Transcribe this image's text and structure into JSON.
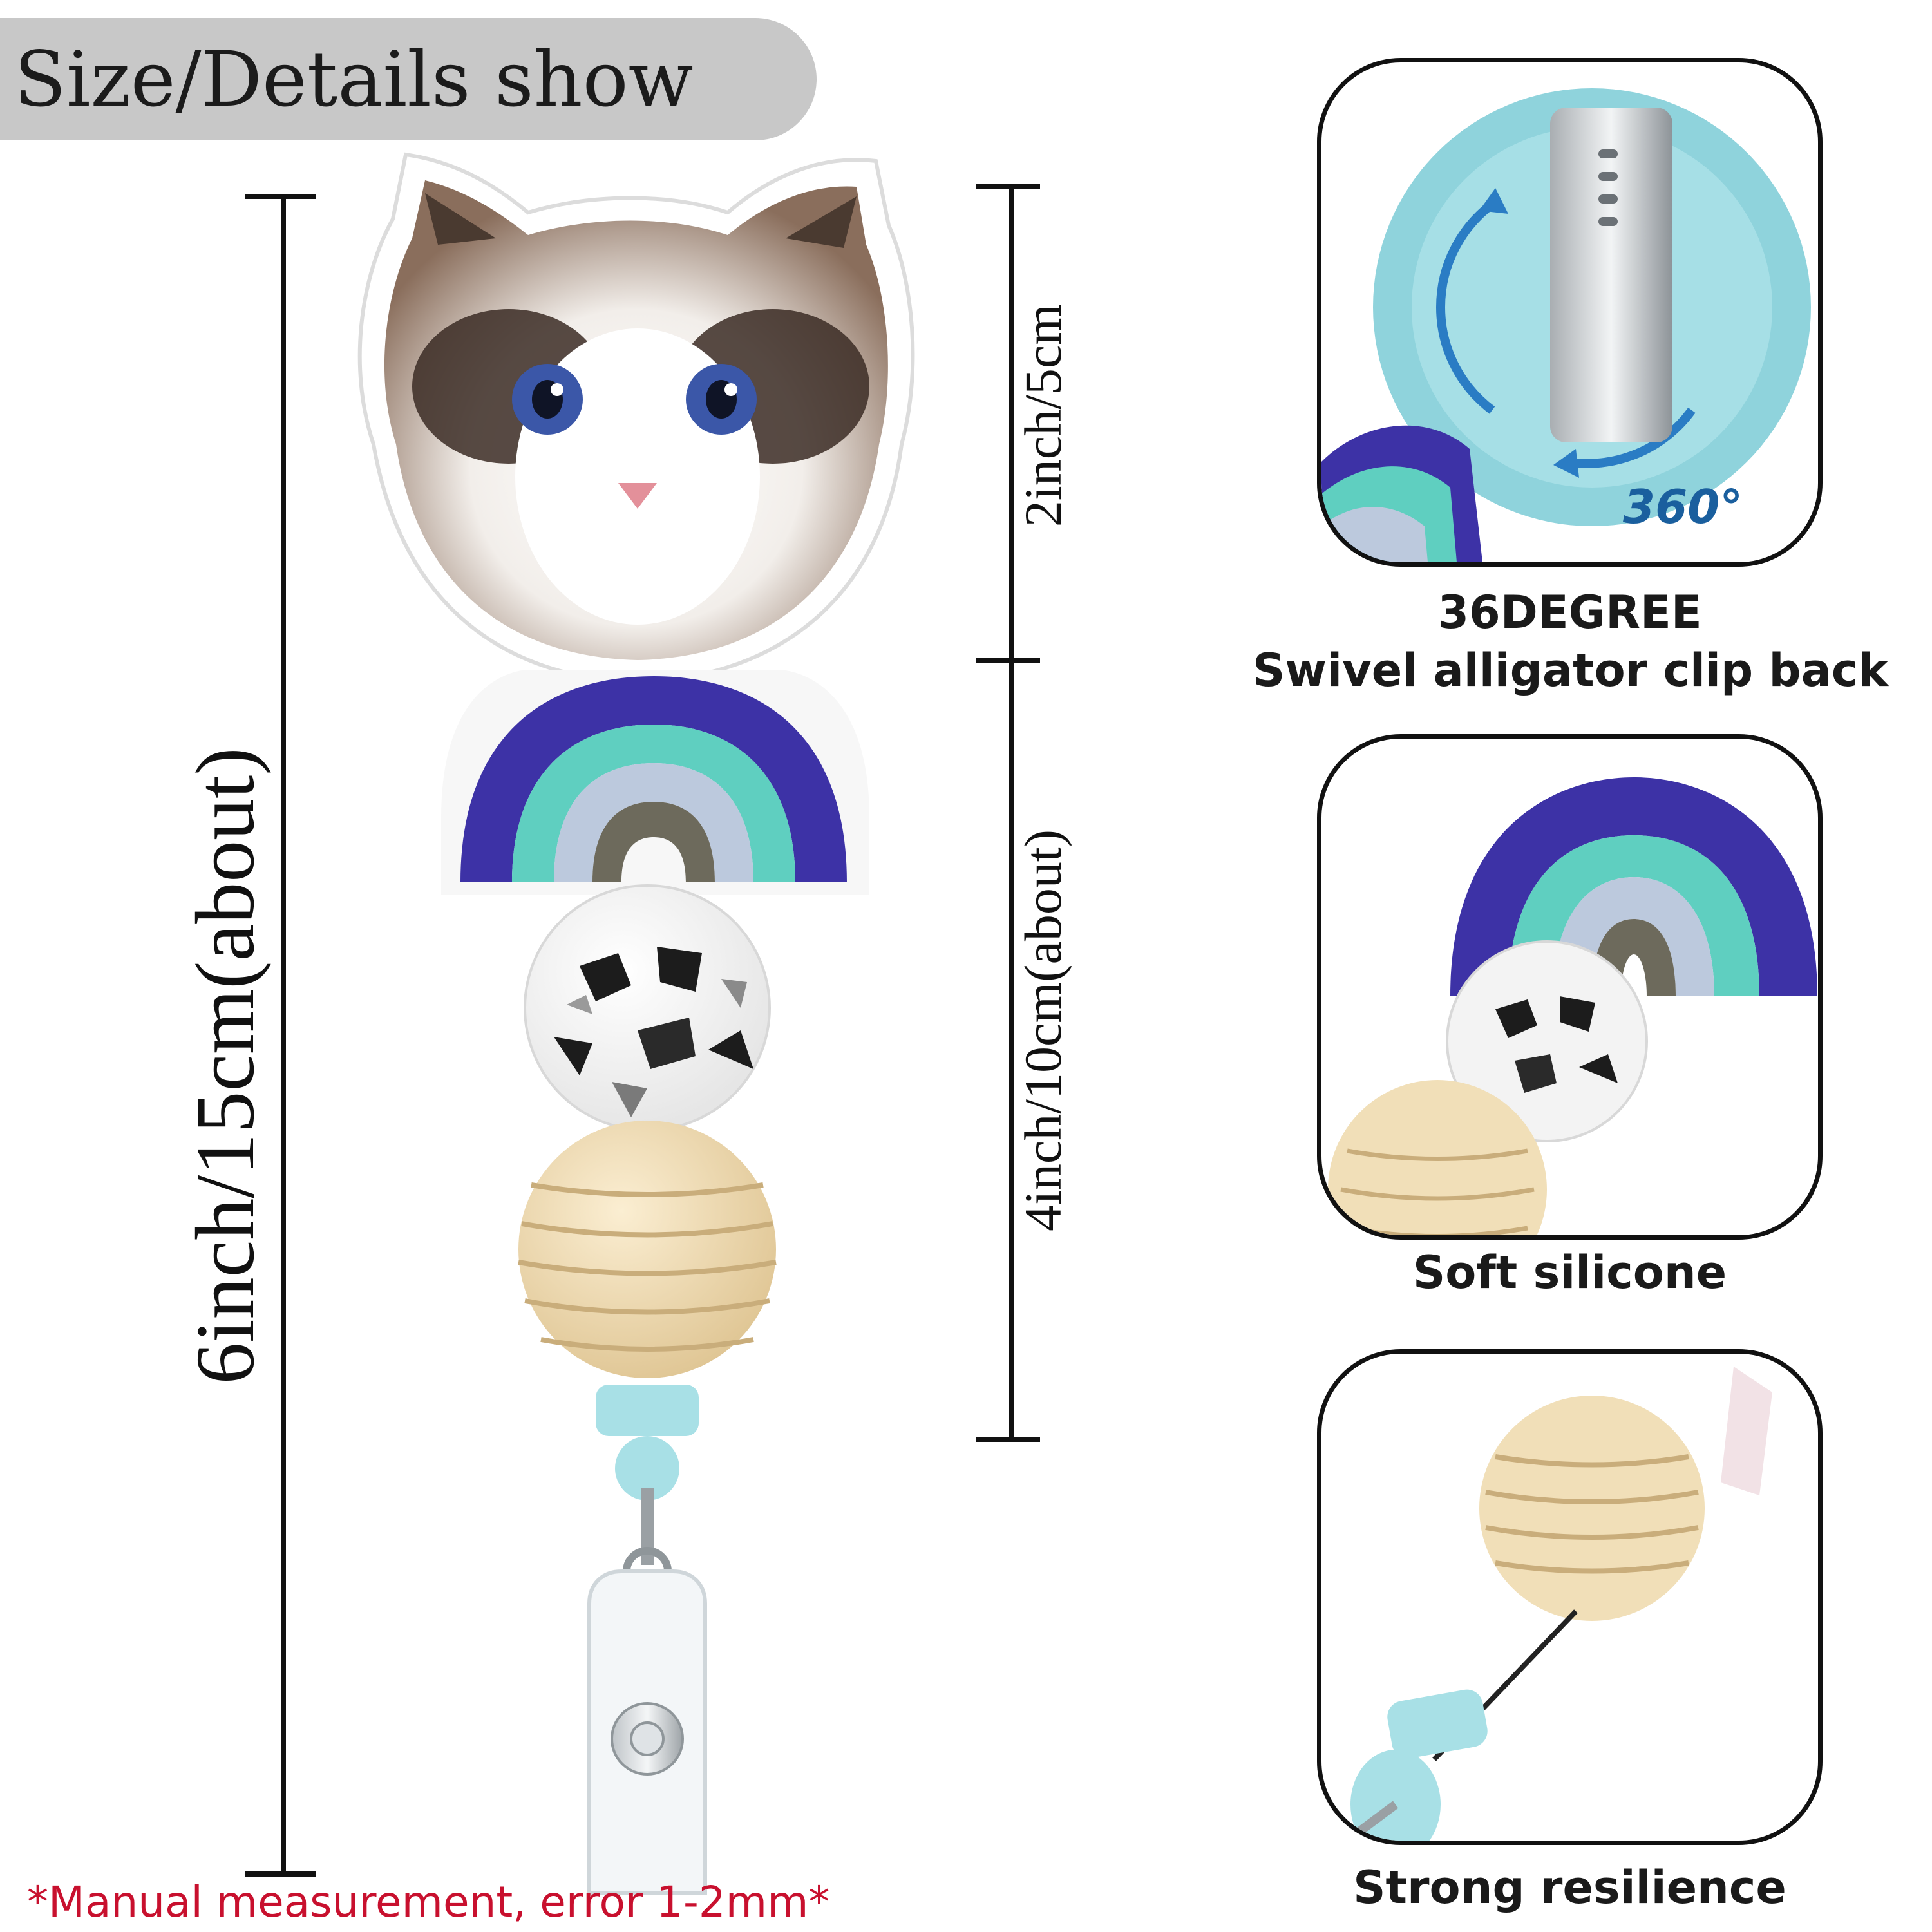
{
  "header": {
    "title": "Size/Details show"
  },
  "dimensions": {
    "total": "6inch/15cm(about)",
    "top": "2inch/5cm",
    "bottom": "4inch/10cm(about)"
  },
  "features": [
    {
      "label_line1": "36DEGREE",
      "label_line2": "Swivel alligator clip back",
      "badge": "360°"
    },
    {
      "label": "Soft silicone"
    },
    {
      "label": "Strong resilience"
    }
  ],
  "footnote": "*Manual measurement, error 1-2mm*",
  "colors": {
    "accent_red": "#c8102e",
    "rainbow_purple": "#3d32a6",
    "rainbow_teal": "#5fcfc0",
    "rainbow_light": "#bcc9dd",
    "rainbow_olive": "#6d6a5c",
    "clip_blue": "#8fd3dc",
    "wood": "#f1dfb8"
  }
}
